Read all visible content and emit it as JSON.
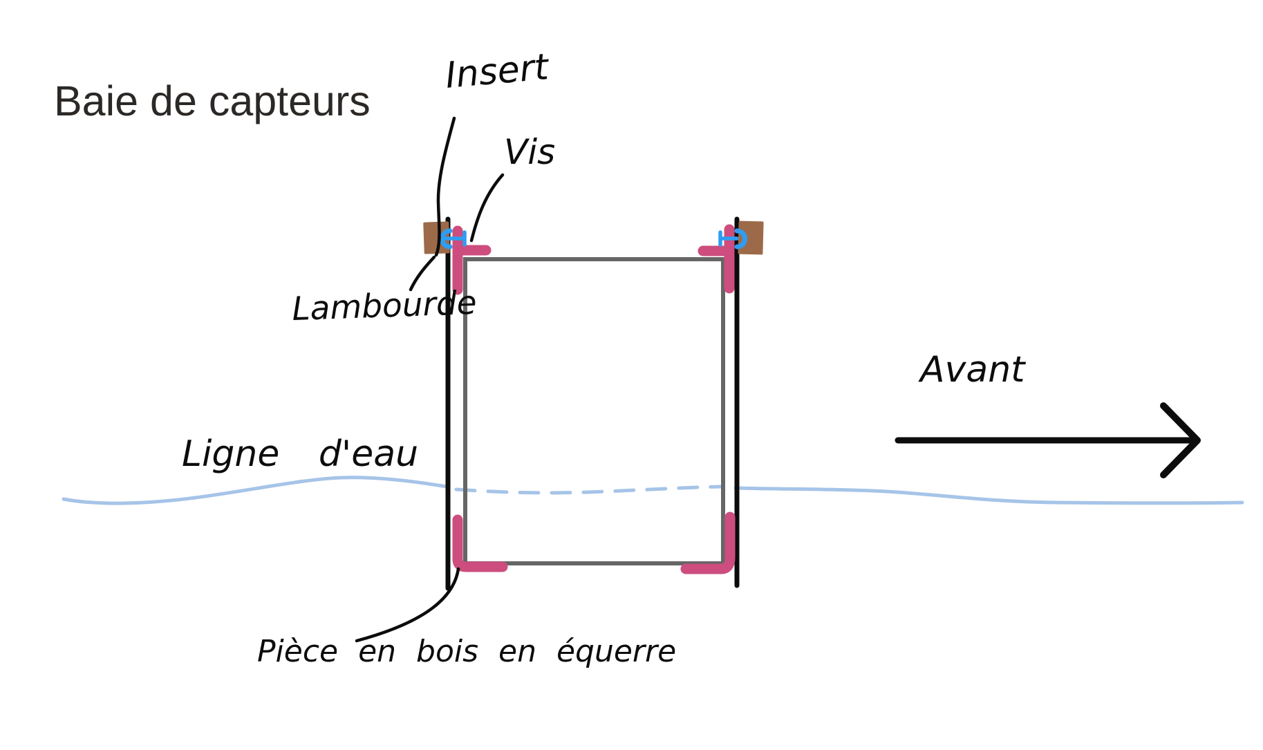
{
  "title": "Baie de capteurs",
  "diagram": {
    "type": "annotated-hand-sketch",
    "subject": "sensor bay mounting cross-section",
    "labels": {
      "insert": "Insert",
      "vis": "Vis",
      "lambourde": "Lambourde",
      "ligne_eau": "Ligne d'eau",
      "avant": "Avant",
      "piece_equerre": "Pièce en bois en équerre"
    },
    "icons": {
      "direction_arrow": "right-arrow"
    },
    "colors": {
      "ink": "#0c0c0c",
      "title_ink": "#2b2826",
      "frame_gray": "#666666",
      "wood_brown": "#9c6a49",
      "bracket_pink": "#cc4d7e",
      "screw_blue": "#2f9df2",
      "water_blue": "#a6c4e8"
    }
  }
}
